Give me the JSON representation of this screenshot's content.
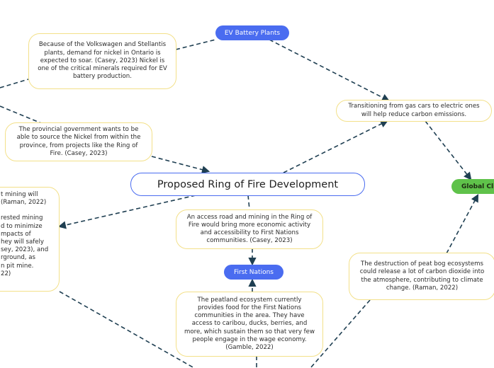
{
  "central": {
    "title": "Proposed Ring of Fire Development"
  },
  "topics": {
    "ev_battery_plants": "EV Battery Plants",
    "first_nations": "First Nations",
    "global_climate": "Global Clim"
  },
  "notes": {
    "nickel_demand": "Because of the Volkswagen and Stellantis plants, demand for nickel in Ontario is expected to soar. (Casey, 2023) Nickel is one of the critical minerals required for EV battery production.",
    "gas_to_electric": "Transitioning from gas cars to electric ones will help reduce carbon emissions.",
    "provincial_government": "The provincial government wants to be able to source the Nickel from within the province, from projects like the Ring of Fire. (Casey, 2023)",
    "access_road": "An access road and mining in the Ring of Fire would bring more economic activity and accessibility to First Nations communities. (Casey, 2023)",
    "peat_bog": "The destruction of peat bog ecosystems could release a lot of carbon dioxide into the atmosphere, contributing to climate change. (Raman, 2022)",
    "peatland_food": "The peatland ecosystem currently provides food for the First Nations communities in the area. They have access to caribou, ducks, berries, and more, which sustain them so that very few people engage in the wage economy. (Gamble, 2022)",
    "mining_partial_1": "t mining will",
    "mining_partial_2": "(Raman, 2022)",
    "interested_partial": "rested mining\nd to minimize\nmpacts of\nhey will safely\nsey, 2023), and\nrground, as\nn pit mine.\n22)"
  },
  "colors": {
    "blue": "#4a6cf0",
    "green": "#5fc24a",
    "note_border": "#f3e089",
    "connector": "#1f3f52"
  }
}
